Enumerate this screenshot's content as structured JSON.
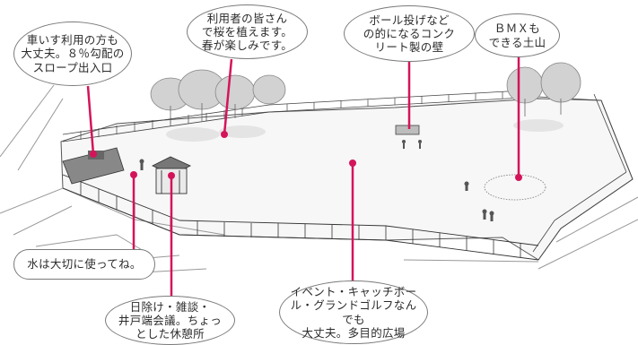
{
  "accent_color": "#d4145a",
  "callouts": {
    "slope": "車いす利用の方も\n大丈夫。８％勾配の\nスロープ出入口",
    "cherry": "利用者の皆さん\nで桜を植えます。\n春が楽しみです。",
    "wall": "ボール投げなど\nの的になるコンク\nリート製の壁",
    "bmx": "ＢＭＸも\nできる土山",
    "water": "水は大切に使ってね。",
    "shade": "日除け・雑談・\n井戸端会議。ちょっ\nとした休憩所",
    "plaza": "イベント・キャッチボー\nル・グランドゴルフなんでも\n大丈夫。多目的広場"
  }
}
